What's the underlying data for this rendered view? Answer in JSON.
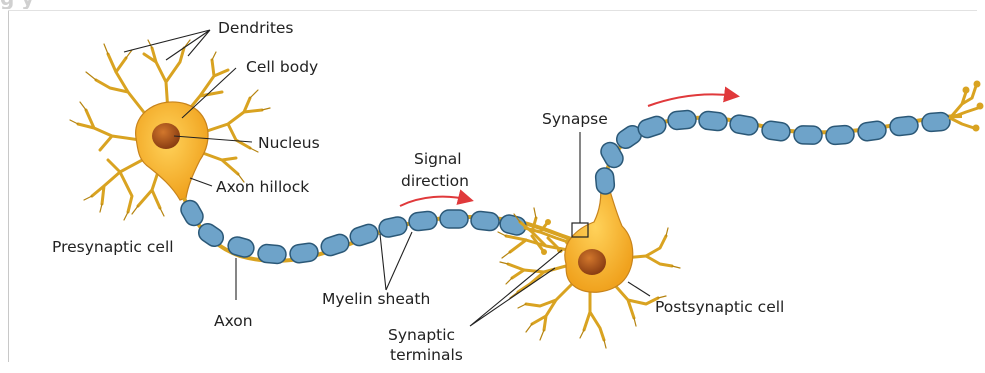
{
  "header_fragment": "g                                                                        y",
  "labels": {
    "dendrites": "Dendrites",
    "cell_body": "Cell body",
    "nucleus": "Nucleus",
    "axon_hillock": "Axon hillock",
    "presynaptic_cell": "Presynaptic cell",
    "axon": "Axon",
    "myelin_sheath": "Myelin sheath",
    "signal_line1": "Signal",
    "signal_line2": "direction",
    "synapse": "Synapse",
    "synaptic_line1": "Synaptic",
    "synaptic_line2": "terminals",
    "postsynaptic_cell": "Postsynaptic cell"
  },
  "colors": {
    "cell_body": "#f2a620",
    "cell_body_edge": "#c7831b",
    "nucleus": "#9a4a18",
    "myelin": "#6ea3c9",
    "signal_arrow": "#e0393b"
  }
}
